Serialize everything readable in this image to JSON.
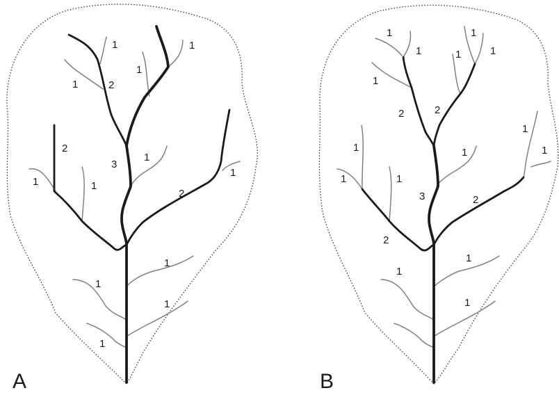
{
  "colors": {
    "background": "#ffffff",
    "order_1_stream": "#808080",
    "order_2_stream": "#1a1a1a",
    "order_3_stream": "#1a1a1a",
    "outline": "#333333",
    "text": "#1a1a1a"
  },
  "panels": [
    {
      "id": "A",
      "label": "A",
      "order_labels": [
        "1",
        "1",
        "2",
        "1",
        "1",
        "1",
        "2",
        "3",
        "1",
        "1",
        "1",
        "2",
        "1",
        "1",
        "1",
        "1"
      ]
    },
    {
      "id": "B",
      "label": "B",
      "order_labels": [
        "1",
        "1",
        "1",
        "1",
        "1",
        "1",
        "2",
        "2",
        "1",
        "1",
        "1",
        "1",
        "1",
        "3",
        "2",
        "2",
        "1",
        "1",
        "1",
        "1"
      ]
    }
  ]
}
